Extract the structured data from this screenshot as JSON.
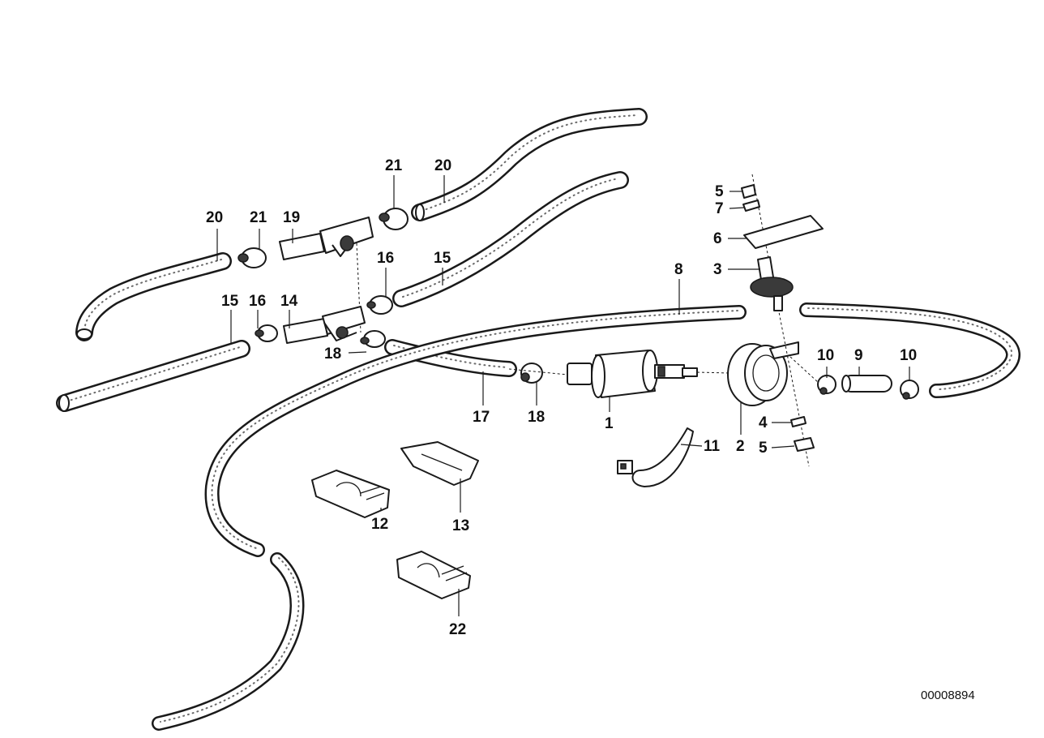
{
  "callouts": {
    "c1": "1",
    "c2": "2",
    "c3": "3",
    "c4": "4",
    "c5a": "5",
    "c5b": "5",
    "c6": "6",
    "c7": "7",
    "c8": "8",
    "c9": "9",
    "c10a": "10",
    "c10b": "10",
    "c11": "11",
    "c12": "12",
    "c13": "13",
    "c14": "14",
    "c15a": "15",
    "c15b": "15",
    "c16a": "16",
    "c16b": "16",
    "c17": "17",
    "c18a": "18",
    "c18b": "18",
    "c19": "19",
    "c20a": "20",
    "c20b": "20",
    "c21a": "21",
    "c21b": "21",
    "c22": "22"
  },
  "reference_number": "00008894"
}
